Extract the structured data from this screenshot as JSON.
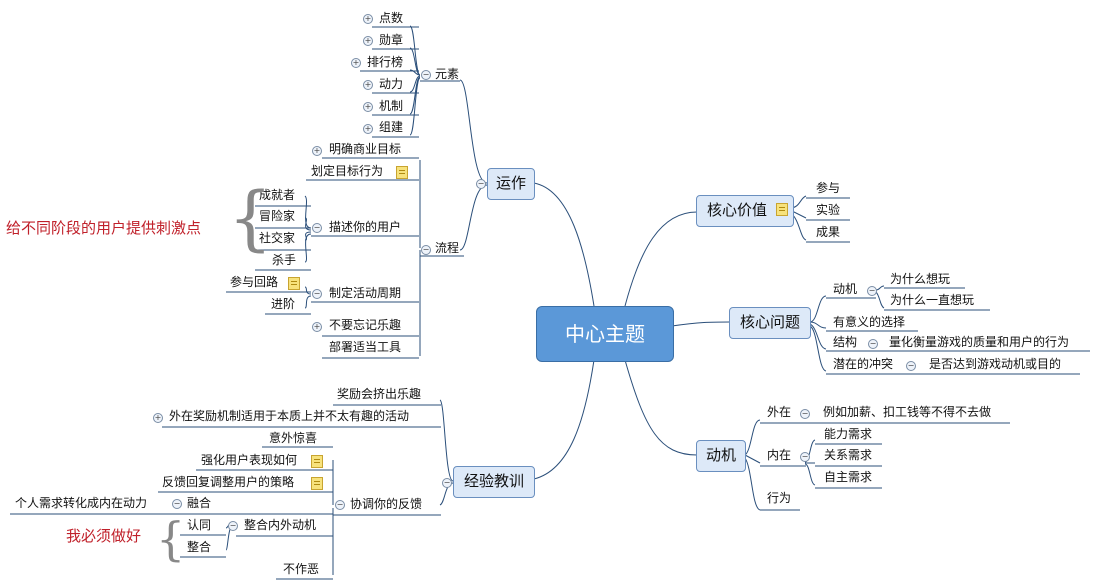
{
  "center": "中心主题",
  "core_value": {
    "label": "核心价值",
    "items": [
      "参与",
      "实验",
      "成果"
    ]
  },
  "core_question": {
    "label": "核心问题",
    "motivation": "动机",
    "motivation_items": [
      "为什么想玩",
      "为什么一直想玩"
    ],
    "choice": "有意义的选择",
    "structure": "结构",
    "structure_item": "量化衡量游戏的质量和用户的行为",
    "conflict": "潜在的冲突",
    "conflict_item": "是否达到游戏动机或目的"
  },
  "motive": {
    "label": "动机",
    "external": "外在",
    "external_item": "例如加薪、扣工钱等不得不去做",
    "internal": "内在",
    "internal_items": [
      "能力需求",
      "关系需求",
      "自主需求"
    ],
    "behavior": "行为"
  },
  "operation": {
    "label": "运作",
    "elements": "元素",
    "element_items": [
      "点数",
      "勋章",
      "排行榜",
      "动力",
      "机制",
      "组建"
    ],
    "process": "流程",
    "goal": "明确商业目标",
    "target_behavior": "划定目标行为",
    "describe_users": "描述你的用户",
    "user_types": [
      "成就者",
      "冒险家",
      "社交家",
      "杀手"
    ],
    "cycle": "制定活动周期",
    "cycle_items": [
      "参与回路",
      "进阶"
    ],
    "fun": "不要忘记乐趣",
    "tools": "部署适当工具"
  },
  "annotation_users": "给不同阶段的用户提供刺激点",
  "lessons": {
    "label": "经验教训",
    "reward_crowd": "奖励会挤出乐趣",
    "external_reward": "外在奖励机制适用于本质上并不太有趣的活动",
    "surprise": "意外惊喜",
    "coordinate": "协调你的反馈",
    "coordinate_items": [
      "强化用户表现如何",
      "反馈回复调整用户的策略",
      "融合",
      "整合内外动机"
    ],
    "fusion_note": "个人需求转化成内在动力",
    "integrate_items": [
      "认同",
      "整合"
    ],
    "no_evil": "不作恶"
  },
  "annotation_self": "我必须做好"
}
